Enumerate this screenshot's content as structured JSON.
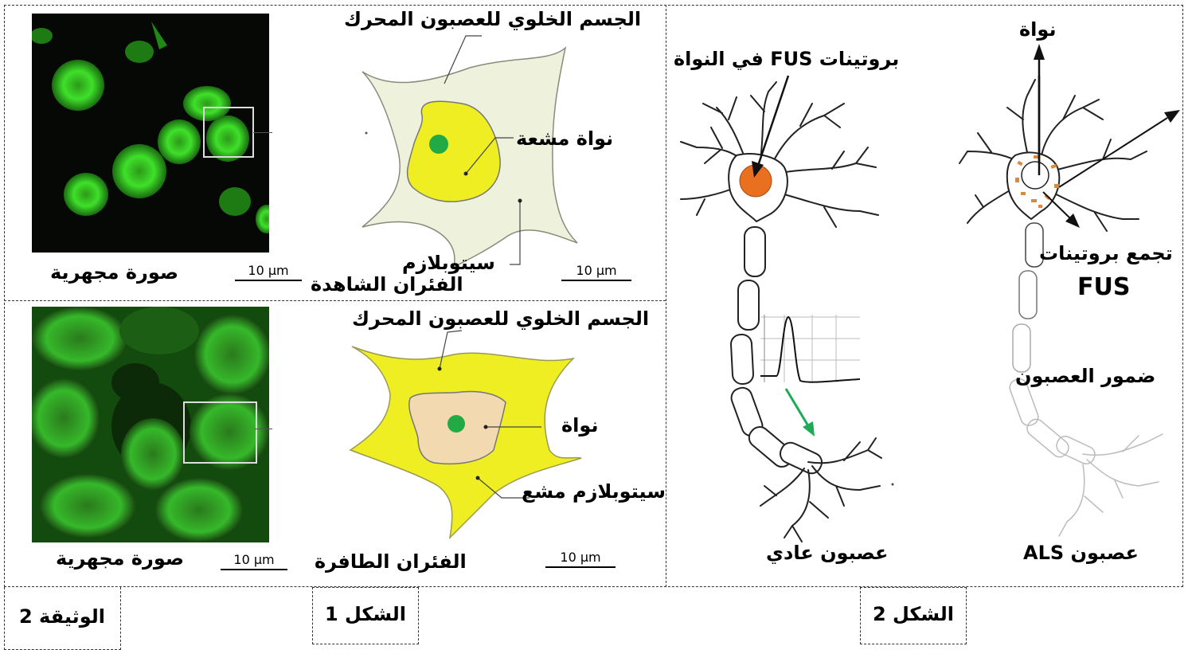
{
  "fig1": {
    "top": {
      "soma_label": "الجسم الخلوي للعصبون المحرك",
      "nucleus_label": "نواة مشعة",
      "cytoplasm_label": "سيتوبلازم",
      "micro_caption": "صورة مجهرية",
      "group_caption": "الفئران الشاهدة",
      "scale_micro": "10 µm",
      "scale_schema": "10 µm"
    },
    "bottom": {
      "soma_label": "الجسم الخلوي للعصبون المحرك",
      "nucleus_label": "نواة",
      "cytoplasm_label": "سيتوبلازم مشع",
      "micro_caption": "صورة مجهرية",
      "group_caption": "الفئران الطافرة",
      "scale_micro": "10 µm",
      "scale_schema": "10 µm"
    }
  },
  "fig2": {
    "normal": {
      "fus_label": "بروتينات FUS في النواة",
      "caption": "عصبون عادي"
    },
    "als": {
      "nucleus_label": "نواة",
      "aggregate_label_line1": "تجمع بروتينات",
      "aggregate_label_line2": "FUS",
      "degeneration_label": "ضمور العصبون",
      "caption": "عصبون ALS"
    }
  },
  "tags": {
    "document": "الوثيقة 2",
    "figure1": "الشكل 1",
    "figure2": "الشكل 2"
  },
  "colors": {
    "fluorescence_green": "#33dd22",
    "cell_pale": "#eef2dc",
    "cell_yellow": "#eeee22",
    "nucleus_green": "#22aa44",
    "fus_orange": "#e8701e",
    "arrow_green": "#1faa55"
  }
}
